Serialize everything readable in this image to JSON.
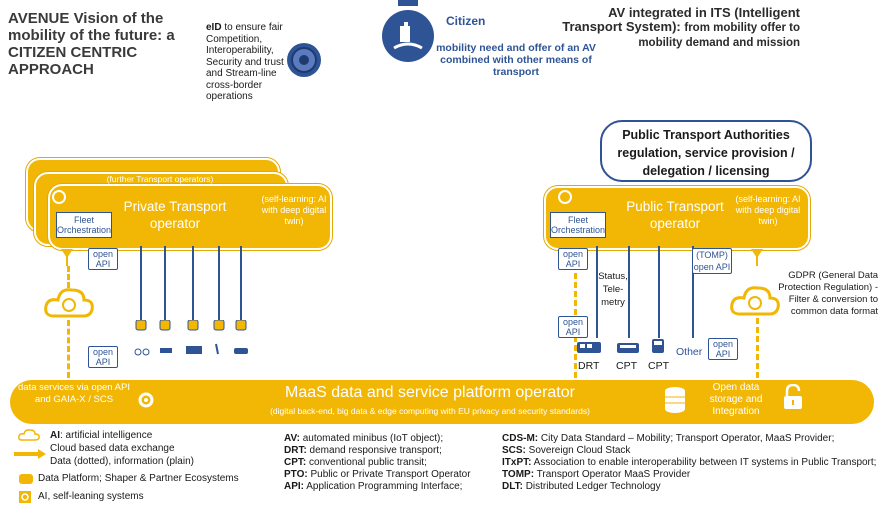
{
  "header": {
    "left_title": "AVENUE Vision of the mobility of the future: a CITIZEN CENTRIC APPROACH",
    "eid_bold": "eID",
    "eid_text": " to ensure fair Competition, Interoperability, Security and trust and Stream-line cross-border operations",
    "citizen_label": "Citizen",
    "citizen_desc": "mobility need and offer of an AV combined with other means of transport",
    "right_title": "AV integrated in ITS (Intelligent Transport System):",
    "right_sub": "from mobility offer to mobility demand and mission"
  },
  "pta": {
    "text": "Public Transport Authorities regulation, service provision / delegation / licensing"
  },
  "private": {
    "further": "(further Transport operators)",
    "title": "Private Transport operator",
    "fleet": "Fleet Orchestration",
    "self_learning": "(self-learning: AI with deep digital twin)",
    "open_api_1": "open API",
    "open_api_2": "open API"
  },
  "public": {
    "title": "Public Transport operator",
    "fleet": "Fleet Orchestration",
    "self_learning": "(self-learning: AI with deep digital twin)",
    "open_api_1": "open API",
    "open_api_2": "open API",
    "tomp_api": "(TOMP) open API",
    "open_api_right": "open API",
    "status": "Status, Tele-metry",
    "gdpr": "GDPR (General Data Protection Regulation) -Filter & conversion to common data format",
    "vehicles": [
      "DRT",
      "CPT",
      "CPT",
      "Other"
    ]
  },
  "platform": {
    "left_text": "data services via open API and GAIA-X / SCS",
    "title": "MaaS data and service platform operator",
    "subtitle": "(digital back-end, big data & edge computing with EU privacy and security standards)",
    "right_text": "Open data storage and Integration"
  },
  "legend": {
    "col1": [
      {
        "bold": "AI",
        "text": ": artificial intelligence"
      },
      {
        "bold": "",
        "text": "Cloud based data exchange"
      },
      {
        "bold": "",
        "text": "Data (dotted), information (plain)"
      },
      {
        "bold": "",
        "text": "Data Platform; Shaper & Partner Ecosystems"
      },
      {
        "bold": "",
        "text": "AI, self-leaning systems"
      }
    ],
    "col2": [
      {
        "bold": "AV:",
        "text": " automated minibus (IoT object);"
      },
      {
        "bold": "DRT:",
        "text": " demand responsive transport;"
      },
      {
        "bold": "CPT:",
        "text": " conventional public transit;"
      },
      {
        "bold": "PTO:",
        "text": " Public or Private Transport Operator"
      },
      {
        "bold": "API:",
        "text": " Application Programming Interface;"
      }
    ],
    "col3": [
      {
        "bold": "CDS-M:",
        "text": " City Data Standard – Mobility; Transport Operator, MaaS Provider;"
      },
      {
        "bold": "SCS:",
        "text": " Sovereign Cloud Stack"
      },
      {
        "bold": "ITxPT:",
        "text": " Association to enable interoperability between IT systems in Public Transport;"
      },
      {
        "bold": "TOMP:",
        "text": " Transport Operator MaaS Provider"
      },
      {
        "bold": "DLT:",
        "text": " Distributed Ledger Technology"
      }
    ]
  },
  "colors": {
    "accent": "#f2b705",
    "blue": "#2f5496"
  }
}
